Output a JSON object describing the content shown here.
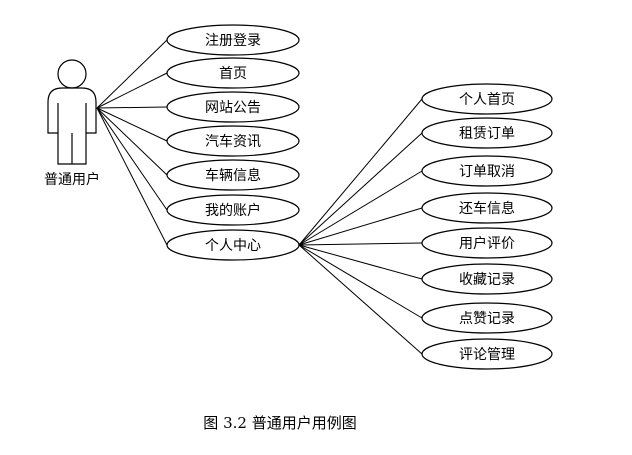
{
  "diagram": {
    "actor": {
      "label": "普通用户"
    },
    "use_cases": [
      "注册登录",
      "首页",
      "网站公告",
      "汽车资讯",
      "车辆信息",
      "我的账户",
      "个人中心"
    ],
    "sub_use_cases": [
      "个人首页",
      "租赁订单",
      "订单取消",
      "还车信息",
      "用户评价",
      "收藏记录",
      "点赞记录",
      "评论管理"
    ],
    "caption": "图 3.2 普通用户用例图"
  }
}
